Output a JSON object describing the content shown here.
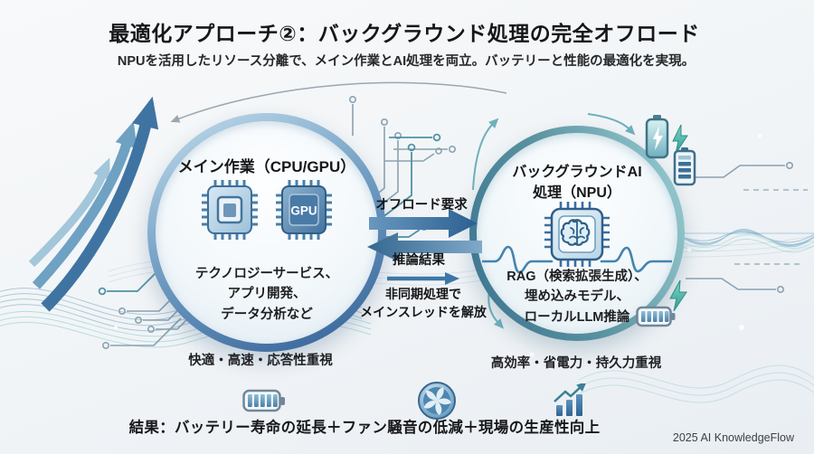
{
  "header": {
    "title": "最適化アプローチ②：バックグラウンド処理の完全オフロード",
    "subtitle": "NPUを活用したリソース分離で、メイン作業とAI処理を両立。バッテリーと性能の最適化を実現。"
  },
  "left_circle": {
    "title": "メイン作業（CPU/GPU）",
    "gpu_chip_label": "GPU",
    "description_lines": [
      "テクノロジーサービス、",
      "アプリ開発、",
      "データ分析など"
    ],
    "caption": "快適・高速・応答性重視"
  },
  "right_circle": {
    "title_line1": "バックグラウンドAI",
    "title_line2": "処理（NPU）",
    "description_lines": [
      "RAG（検索拡張生成）、",
      "埋め込みモデル、",
      "ローカルLLM推論"
    ],
    "caption": "高効率・省電力・持久力重視"
  },
  "flow": {
    "offload_label": "オフロード要求",
    "result_label": "推論結果",
    "async_line1": "非同期処理で",
    "async_line2": "メインスレッドを解放"
  },
  "footer": {
    "result_text": "結果：バッテリー寿命の延長＋ファン騒音の低減＋現場の生産性向上",
    "credit": "2025 AI KnowledgeFlow"
  },
  "icons": {
    "cpu_chip": "cpu-chip-icon",
    "gpu_chip": "gpu-chip-icon",
    "npu_chip": "npu-chip-with-brain-icon",
    "fan": "fan-icon",
    "battery_horizontal": "battery-full-icon",
    "battery_charging": "battery-charging-icon",
    "battery_level": "battery-level-icon",
    "lightning": "lightning-bolt-icon",
    "growth_chart": "growth-chart-icon",
    "up_arrows": "rising-arrows-icon"
  },
  "colors": {
    "background": "#f2f5f7",
    "ring_left": "#38659a",
    "ring_right": "#3a7290",
    "arrow_blue_dark": "#2d6090",
    "arrow_blue_light": "#6898c0",
    "teal_accent": "#3f9e9e",
    "text_dark": "#17181a"
  }
}
